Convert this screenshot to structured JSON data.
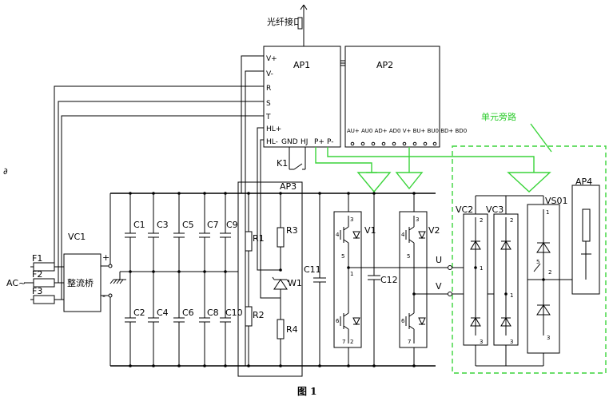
{
  "fiber_label": "光纤接口",
  "ap1": {
    "label": "AP1",
    "pins_left": [
      "V+",
      "V-",
      "R",
      "S",
      "T",
      "HL+",
      "HL-"
    ],
    "pins_bottom": [
      "GND",
      "HJ",
      "P+",
      "P-"
    ]
  },
  "ap2": {
    "label": "AP2",
    "pins": "AU+ AU0 AD+ AD0 V+ BU+ BU0 BD+ BD0"
  },
  "k1": "K1",
  "unit_bypass": "单元旁路",
  "ap3": "AP3",
  "ap4": "AP4",
  "vc1": {
    "label": "VC1",
    "inner": "整流桥",
    "plus": "+",
    "minus": "-"
  },
  "ac_label": "AC~",
  "fuses": [
    "F1",
    "F2",
    "F3"
  ],
  "caps_top": [
    "C1",
    "C3",
    "C5",
    "C7",
    "C9"
  ],
  "caps_bottom": [
    "C2",
    "C4",
    "C6",
    "C8",
    "C10"
  ],
  "resistors": [
    "R1",
    "R2",
    "R3",
    "R4"
  ],
  "zener": "W1",
  "c11": "C11",
  "c12": "C12",
  "v1": "V1",
  "v2": "V2",
  "vc2": "VC2",
  "vc3": "VC3",
  "vs01": "VS01",
  "out_u": "U",
  "out_v": "V",
  "pin_nums": {
    "n1": "1",
    "n2": "2",
    "n3": "3",
    "n4": "4",
    "n5": "5",
    "n6": "6",
    "n7": "7"
  },
  "caption": "图 1",
  "side_mark": "∂"
}
